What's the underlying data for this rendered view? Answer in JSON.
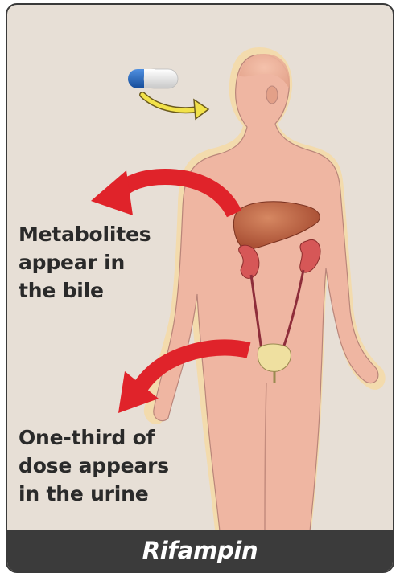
{
  "labels": {
    "bile": [
      "Metabolites",
      "appear in",
      "the bile"
    ],
    "urine": [
      "One-third of",
      "dose appears",
      "in the urine"
    ]
  },
  "footer": {
    "title": "Rifampin"
  },
  "colors": {
    "background": "#e7dfd6",
    "body_fill": "#f0b7a4",
    "body_glow": "#f6d9a2",
    "arrow": "#e0232a",
    "liver": "#b75a40",
    "kidney": "#d85a5a",
    "bladder": "#efe0a0",
    "capsule_blue": "#1e62b8",
    "swallow_arrow": "#f2e24a",
    "footer_bg": "#3b3b3b"
  }
}
